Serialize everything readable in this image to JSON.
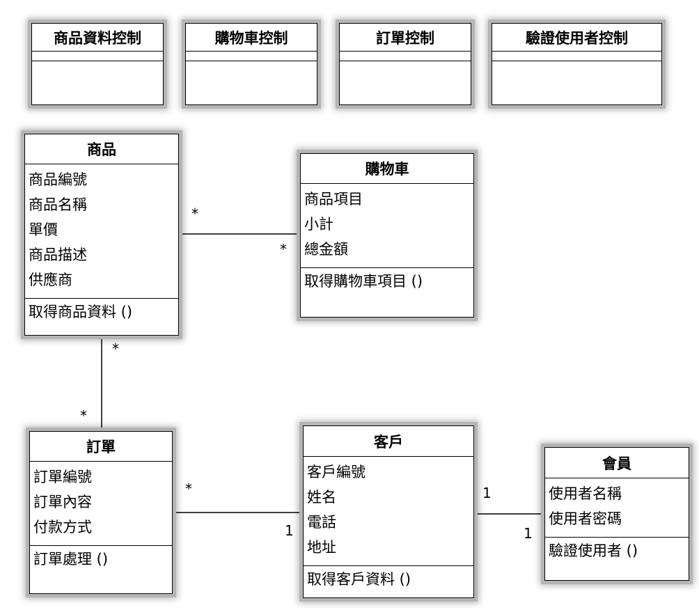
{
  "control_classes": [
    {
      "name": "商品資料控制"
    },
    {
      "name": "購物車控制"
    },
    {
      "name": "訂單控制"
    },
    {
      "name": "驗證使用者控制"
    }
  ],
  "classes": {
    "product": {
      "name": "商品",
      "attributes": [
        "商品編號",
        "商品名稱",
        "單價",
        "商品描述",
        "供應商"
      ],
      "operations": [
        "取得商品資料 ()"
      ]
    },
    "cart": {
      "name": "購物車",
      "attributes": [
        "商品項目",
        "小計",
        "總金額"
      ],
      "operations": [
        "取得購物車項目 ()"
      ]
    },
    "order": {
      "name": "訂單",
      "attributes": [
        "訂單編號",
        "訂單內容",
        "付款方式"
      ],
      "operations": [
        "訂單處理 ()"
      ]
    },
    "customer": {
      "name": "客戶",
      "attributes": [
        "客戶編號",
        "姓名",
        "電話",
        "地址"
      ],
      "operations": [
        "取得客戶資料 ()"
      ]
    },
    "member": {
      "name": "會員",
      "attributes": [
        "使用者名稱",
        "使用者密碼"
      ],
      "operations": [
        "驗證使用者 ()"
      ]
    }
  },
  "associations": [
    {
      "from": "商品",
      "to": "購物車",
      "from_mult": "*",
      "to_mult": "*"
    },
    {
      "from": "商品",
      "to": "訂單",
      "from_mult": "*",
      "to_mult": "*"
    },
    {
      "from": "訂單",
      "to": "客戶",
      "from_mult": "*",
      "to_mult": "1"
    },
    {
      "from": "客戶",
      "to": "會員",
      "from_mult": "1",
      "to_mult": "1"
    }
  ]
}
